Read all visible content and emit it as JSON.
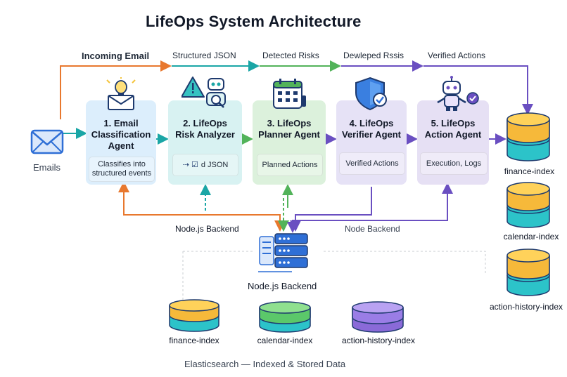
{
  "title": "LifeOps System Architecture",
  "flow_labels": {
    "incoming": "Incoming Email",
    "structured": "Structured JSON",
    "detected": "Detected Risks",
    "developed": "Dewleped Rssis",
    "verified": "Verified Actions"
  },
  "emails_label": "Emails",
  "agents": [
    {
      "title": "1. Email\nClassification\nAgent",
      "sub": "Classifies into\nstructured events",
      "icon": "envelope-bulb-icon"
    },
    {
      "title": "2. LifeOps\nRisk Analyzer",
      "sub": "d JSON",
      "icon": "warning-robot-icon"
    },
    {
      "title": "3. LifeOps\nPlanner Agent",
      "sub": "Planned Actions",
      "icon": "calendar-icon"
    },
    {
      "title": "4. LifeOps\nVerifier Agent",
      "sub": "Verified Actions",
      "icon": "shield-check-icon"
    },
    {
      "title": "5. LifeOps\nAction Agent",
      "sub": "Execution, Logs",
      "icon": "robot-check-icon"
    }
  ],
  "backend": {
    "left_label": "Node.js Backend",
    "right_label": "Node Backend",
    "server_label": "Node.js Backend"
  },
  "right_indexes": [
    "finance-index",
    "calendar-index",
    "action-history-index"
  ],
  "bottom_indexes": [
    "finance-index",
    "calendar-index",
    "action-history-index"
  ],
  "elasticsearch_label": "Elasticsearch — Indexed & Stored Data",
  "colors": {
    "orange": "#e8782e",
    "teal": "#1aa6a6",
    "green": "#52b35a",
    "purple": "#6a4fc1",
    "navy": "#1e3a6e",
    "blue": "#2f6fd6",
    "yellow": "#f4c43a"
  }
}
